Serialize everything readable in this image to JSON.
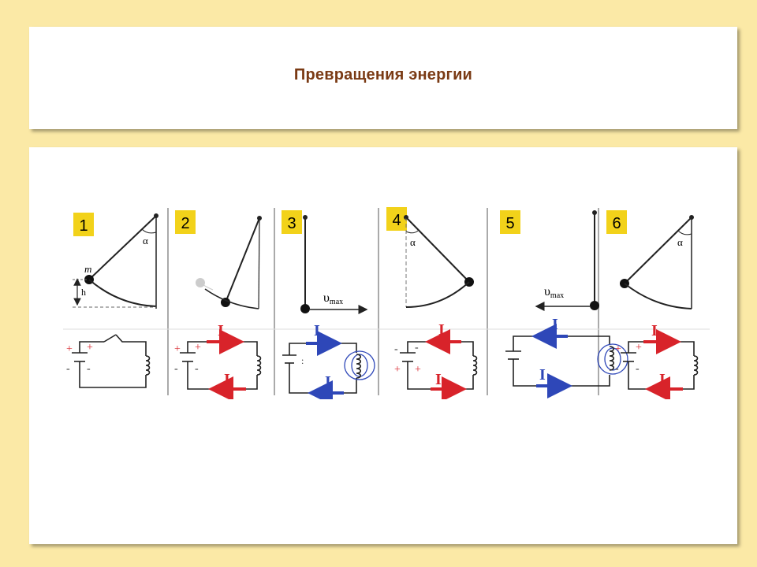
{
  "slide": {
    "title": "Превращения энергии"
  },
  "diagram": {
    "panels": [
      {
        "number": "1",
        "angle_label": "α",
        "mass_label": "m",
        "height_label": "h",
        "plus": [
          "+",
          "+"
        ],
        "minus": [
          "-",
          "-"
        ]
      },
      {
        "number": "2",
        "current_label_top": "I",
        "current_label_bottom": "I",
        "plus": [
          "+",
          "+"
        ],
        "minus": [
          "-",
          "-"
        ]
      },
      {
        "number": "3",
        "velocity_label": "υ",
        "velocity_sub": "max",
        "current_label_top": "I",
        "current_label_bottom": "I"
      },
      {
        "number": "4",
        "angle_label": "α",
        "current_label_top": "I",
        "current_label_bottom": "I",
        "plus": [
          "+",
          "+"
        ],
        "minus": [
          "-",
          "-"
        ]
      },
      {
        "number": "5",
        "velocity_label": "υ",
        "velocity_sub": "max",
        "current_label_top": "I",
        "current_label_bottom": "I"
      },
      {
        "number": "6",
        "angle_label": "α",
        "current_label_top": "I",
        "current_label_bottom": "I",
        "plus": [
          "+",
          "+"
        ],
        "minus": [
          "-",
          "-"
        ]
      }
    ],
    "colors": {
      "red": "#d8232a",
      "blue": "#2e47b8",
      "badge": "#f2d21a",
      "line": "#222222"
    }
  }
}
